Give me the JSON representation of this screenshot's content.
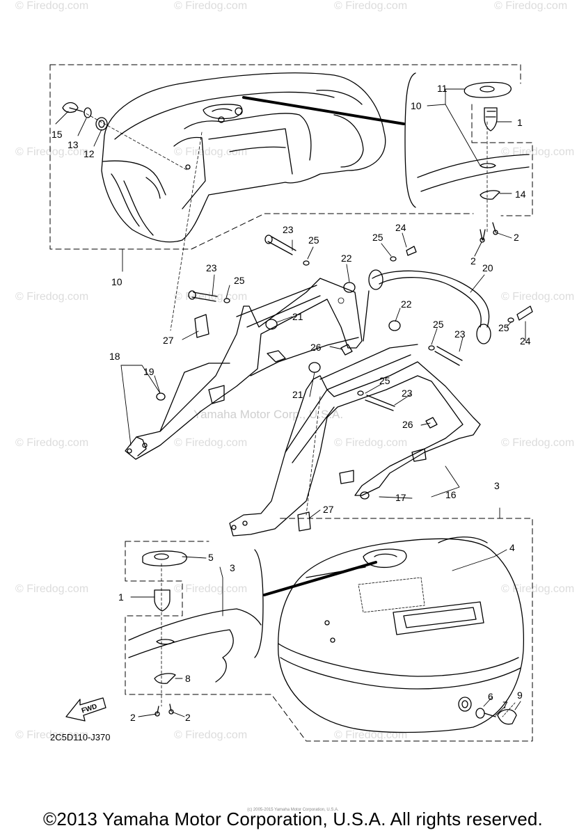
{
  "watermarks": [
    {
      "text": "© Firedog.com"
    },
    {
      "text": "© Firedog.com"
    },
    {
      "text": "© Firedog.com"
    },
    {
      "text": "© Firedog.com"
    },
    {
      "text": "© Firedog.com"
    },
    {
      "text": "© Firedog.com"
    },
    {
      "text": "© Firedog.com"
    },
    {
      "text": "© Firedog.com"
    },
    {
      "text": "© Firedog.com"
    },
    {
      "text": "© Firedog.com"
    },
    {
      "text": "© Firedog.com"
    },
    {
      "text": "© Firedog.com"
    },
    {
      "text": "© Firedog.com"
    },
    {
      "text": "© Firedog.com"
    },
    {
      "text": "© Firedog.com"
    },
    {
      "text": "© Firedog.com"
    },
    {
      "text": "© Firedog.com"
    },
    {
      "text": "© Firedog.com"
    },
    {
      "text": "© Firedog.com"
    },
    {
      "text": "© Firedog.com"
    }
  ],
  "center_mark": "Yamaha Motor Corp., U.S.A.",
  "diagram_code": "2C5D110-J370",
  "fwd_label": "FWD",
  "copyright": "©2013 Yamaha Motor Corporation, U.S.A. All rights reserved.",
  "small_print": "(c) 2005-2015 Yamaha Motor Corporation, U.S.A.",
  "callouts": [
    "1",
    "2",
    "3",
    "4",
    "5",
    "6",
    "7",
    "8",
    "9",
    "10",
    "11",
    "12",
    "13",
    "14",
    "15",
    "16",
    "17",
    "18",
    "19",
    "20",
    "21",
    "22",
    "23",
    "24",
    "25",
    "26",
    "27"
  ]
}
